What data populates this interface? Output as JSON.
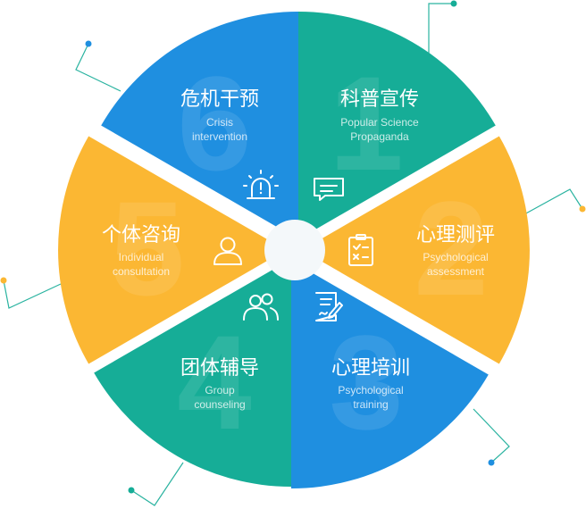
{
  "segments": [
    {
      "num": "1",
      "title": "科普宣传",
      "subtitle_1": "Popular Science",
      "subtitle_2": "Propaganda",
      "color": "#16ad97",
      "icon": "message-card-icon"
    },
    {
      "num": "2",
      "title": "心理测评",
      "subtitle_1": "Psychological",
      "subtitle_2": "assessment",
      "color": "#fbb733",
      "icon": "clipboard-checklist-icon"
    },
    {
      "num": "3",
      "title": "心理培训",
      "subtitle_1": "Psychological",
      "subtitle_2": "training",
      "color": "#1f8fe0",
      "icon": "document-pen-icon"
    },
    {
      "num": "4",
      "title": "团体辅导",
      "subtitle_1": "Group",
      "subtitle_2": "counseling",
      "color": "#16ad97",
      "icon": "group-people-icon"
    },
    {
      "num": "5",
      "title": "个体咨询",
      "subtitle_1": "Individual",
      "subtitle_2": "consultation",
      "color": "#fbb733",
      "icon": "single-person-icon"
    },
    {
      "num": "6",
      "title": "危机干预",
      "subtitle_1": "Crisis",
      "subtitle_2": "intervention",
      "color": "#1f8fe0",
      "icon": "alarm-light-icon"
    }
  ],
  "center_color": "#f4f8fa",
  "decor_color": "#2ab3a0",
  "decor_dot_colors": [
    "#1f8fe0",
    "#16ad97",
    "#fbb733"
  ]
}
